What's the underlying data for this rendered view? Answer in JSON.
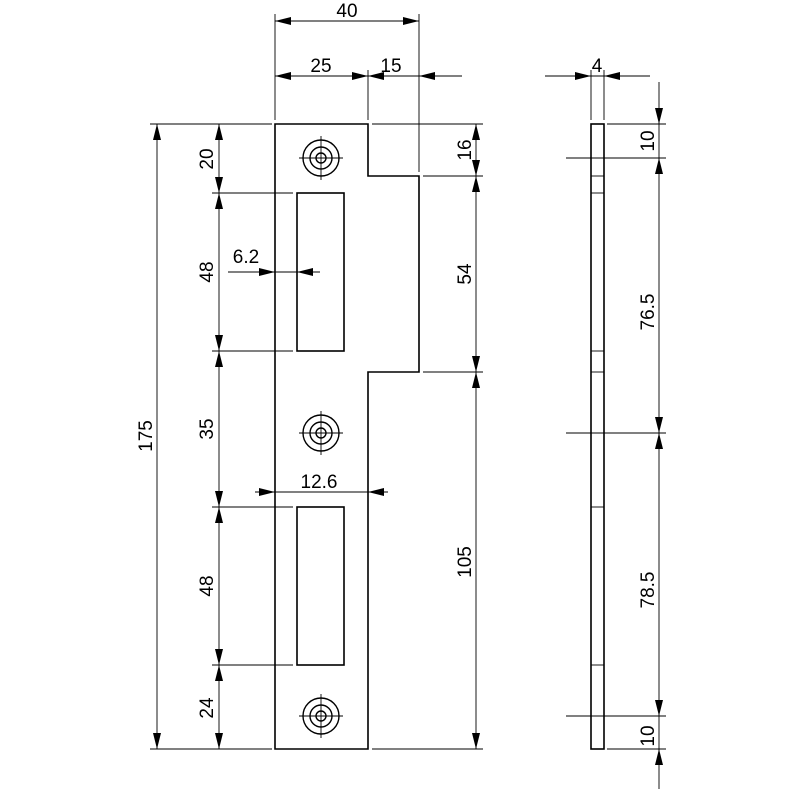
{
  "front_view": {
    "overall_width": "40",
    "width_left": "25",
    "width_right": "15",
    "overall_height": "175",
    "seg_top": "20",
    "seg_slot_upper": "48",
    "seg_middle": "35",
    "seg_slot_lower": "48",
    "seg_bottom": "24",
    "slot_upper_offset": "6.2",
    "slot_lower_width": "12.6",
    "step_top": "16",
    "step_height": "54",
    "step_bottom": "105"
  },
  "side_view": {
    "thickness": "4",
    "top_margin": "10",
    "upper_span": "76.5",
    "lower_span": "78.5",
    "bottom_margin": "10"
  }
}
